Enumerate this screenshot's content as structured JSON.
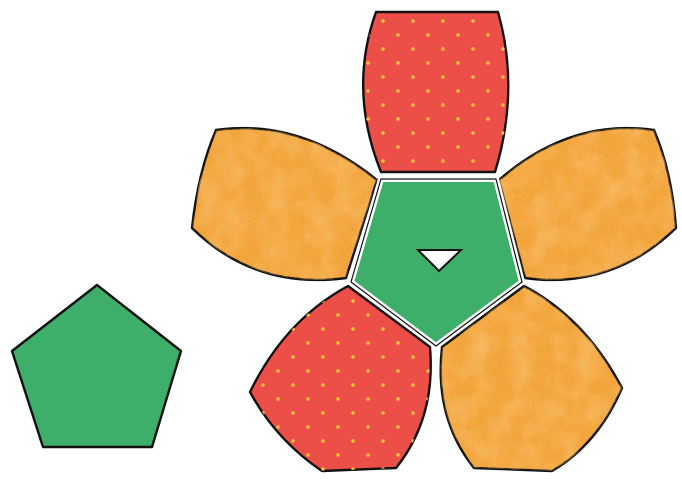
{
  "colors": {
    "green": "#3daf6a",
    "red": "#ec4f48",
    "orange": "#f2a33a",
    "orange_mottle": "#f08a2c",
    "orange_speckle": "#f4c63c",
    "red_dot": "#f7c53a",
    "outline": "#111111",
    "background": "#ffffff"
  },
  "shapes": {
    "standalone": {
      "kind": "pentagon",
      "color_key": "green"
    },
    "center": {
      "kind": "pentagon",
      "color_key": "green",
      "hole": "triangle"
    },
    "petals": [
      {
        "position": "top",
        "color_key": "red",
        "pattern": "dots"
      },
      {
        "position": "upper-left",
        "color_key": "orange",
        "pattern": "mottled"
      },
      {
        "position": "upper-right",
        "color_key": "orange",
        "pattern": "mottled"
      },
      {
        "position": "lower-left",
        "color_key": "red",
        "pattern": "dots"
      },
      {
        "position": "lower-right",
        "color_key": "orange",
        "pattern": "mottled"
      }
    ]
  }
}
